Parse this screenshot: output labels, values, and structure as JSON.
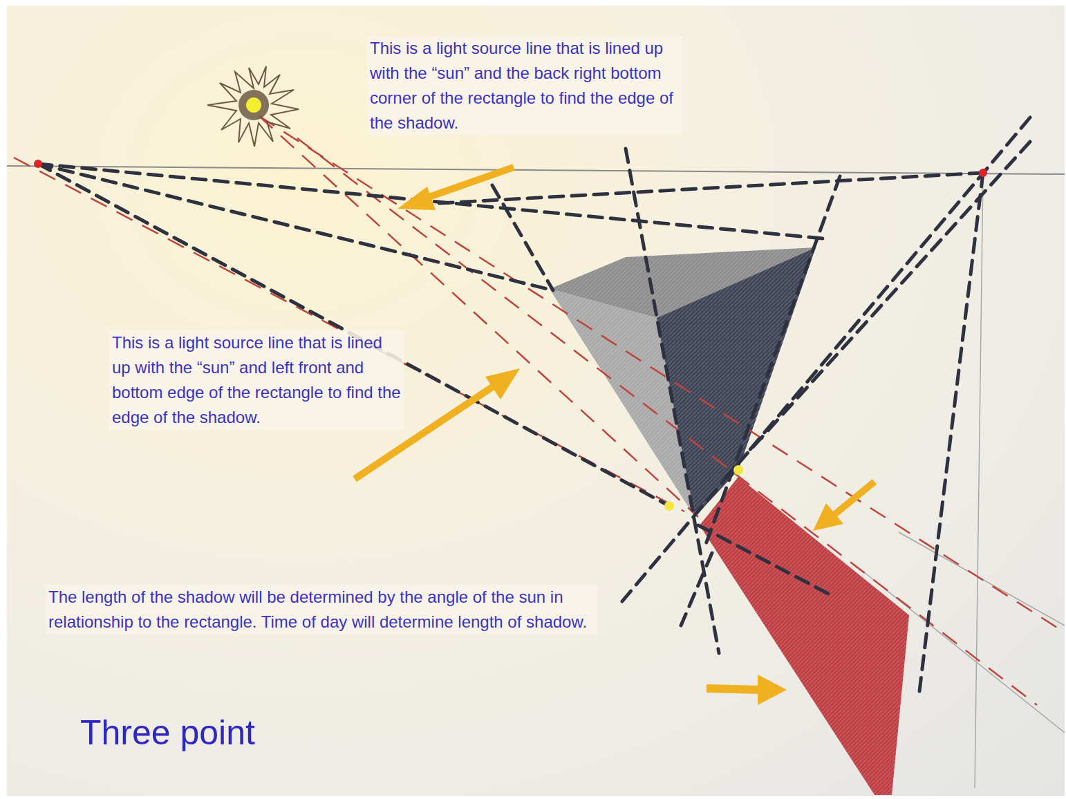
{
  "diagram": {
    "title": "Three point",
    "labels": [
      "This is a light source line that is lined up with the “sun” and the back right bottom corner of the rectangle to find the edge of the shadow.",
      "This is a light source line that is lined up with the “sun” and left front and bottom edge of the rectangle to find the edge of the shadow.",
      "The length of the shadow will be determined by the angle of the sun in relationship to the rectangle.  Time of day will determine length of shadow."
    ]
  }
}
